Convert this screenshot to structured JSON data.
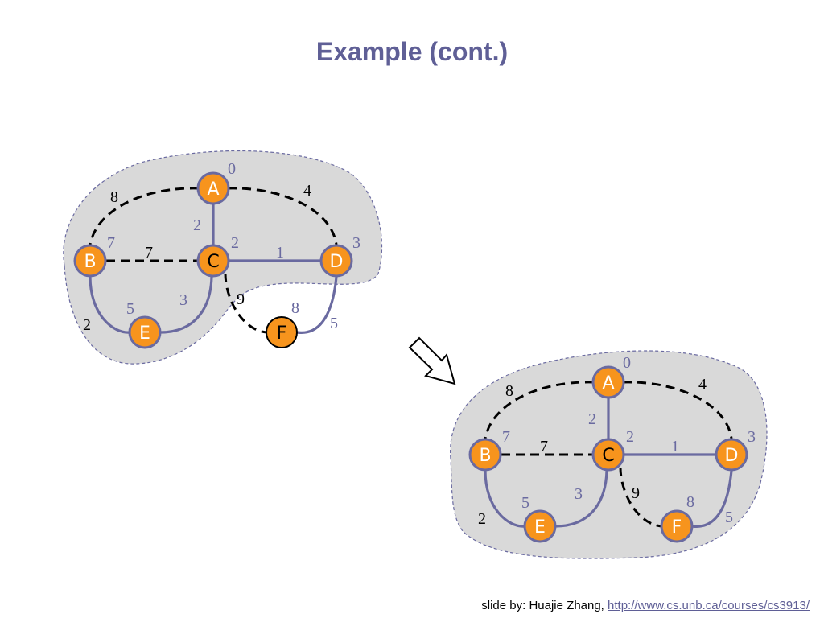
{
  "title": "Example (cont.)",
  "footer": {
    "prefix": "slide by: Huajie Zhang, ",
    "link_text": "http://www.cs.unb.ca/courses/cs3913/"
  },
  "colors": {
    "title": "#5f5f96",
    "node_fill": "#f7941d",
    "node_stroke": "#6a6aa0",
    "selected_node_stroke": "#000000",
    "tree_edge": "#6a6aa0",
    "candidate_edge": "#000000",
    "region_fill": "#d9d9d9",
    "label_purple": "#6a6aa0"
  },
  "graph_before": {
    "nodes": [
      {
        "id": "A",
        "label": "A",
        "dist": "0",
        "in_tree": true
      },
      {
        "id": "B",
        "label": "B",
        "dist": "7",
        "in_tree": true
      },
      {
        "id": "C",
        "label": "C",
        "dist": "2",
        "in_tree": true
      },
      {
        "id": "D",
        "label": "D",
        "dist": "3",
        "in_tree": true
      },
      {
        "id": "E",
        "label": "E",
        "dist": "5",
        "in_tree": true
      },
      {
        "id": "F",
        "label": "F",
        "dist": "8",
        "in_tree": false
      }
    ],
    "edges": [
      {
        "from": "A",
        "to": "B",
        "weight": "8",
        "style": "dashed"
      },
      {
        "from": "A",
        "to": "D",
        "weight": "4",
        "style": "dashed"
      },
      {
        "from": "A",
        "to": "C",
        "weight": "2",
        "style": "solid"
      },
      {
        "from": "B",
        "to": "C",
        "weight": "7",
        "style": "dashed"
      },
      {
        "from": "C",
        "to": "D",
        "weight": "1",
        "style": "solid"
      },
      {
        "from": "B",
        "to": "E",
        "weight": "2",
        "style": "solid"
      },
      {
        "from": "C",
        "to": "E",
        "weight": "3",
        "style": "solid"
      },
      {
        "from": "C",
        "to": "F",
        "weight": "9",
        "style": "dashed"
      },
      {
        "from": "D",
        "to": "F",
        "weight": "5",
        "style": "solid"
      }
    ]
  },
  "graph_after": {
    "nodes": [
      {
        "id": "A",
        "label": "A",
        "dist": "0",
        "in_tree": true
      },
      {
        "id": "B",
        "label": "B",
        "dist": "7",
        "in_tree": true
      },
      {
        "id": "C",
        "label": "C",
        "dist": "2",
        "in_tree": true
      },
      {
        "id": "D",
        "label": "D",
        "dist": "3",
        "in_tree": true
      },
      {
        "id": "E",
        "label": "E",
        "dist": "5",
        "in_tree": true
      },
      {
        "id": "F",
        "label": "F",
        "dist": "8",
        "in_tree": true
      }
    ],
    "edges": [
      {
        "from": "A",
        "to": "B",
        "weight": "8",
        "style": "dashed"
      },
      {
        "from": "A",
        "to": "D",
        "weight": "4",
        "style": "dashed"
      },
      {
        "from": "A",
        "to": "C",
        "weight": "2",
        "style": "solid"
      },
      {
        "from": "B",
        "to": "C",
        "weight": "7",
        "style": "dashed"
      },
      {
        "from": "C",
        "to": "D",
        "weight": "1",
        "style": "solid"
      },
      {
        "from": "B",
        "to": "E",
        "weight": "2",
        "style": "solid"
      },
      {
        "from": "C",
        "to": "E",
        "weight": "3",
        "style": "solid"
      },
      {
        "from": "C",
        "to": "F",
        "weight": "9",
        "style": "dashed"
      },
      {
        "from": "D",
        "to": "F",
        "weight": "5",
        "style": "solid"
      }
    ]
  }
}
